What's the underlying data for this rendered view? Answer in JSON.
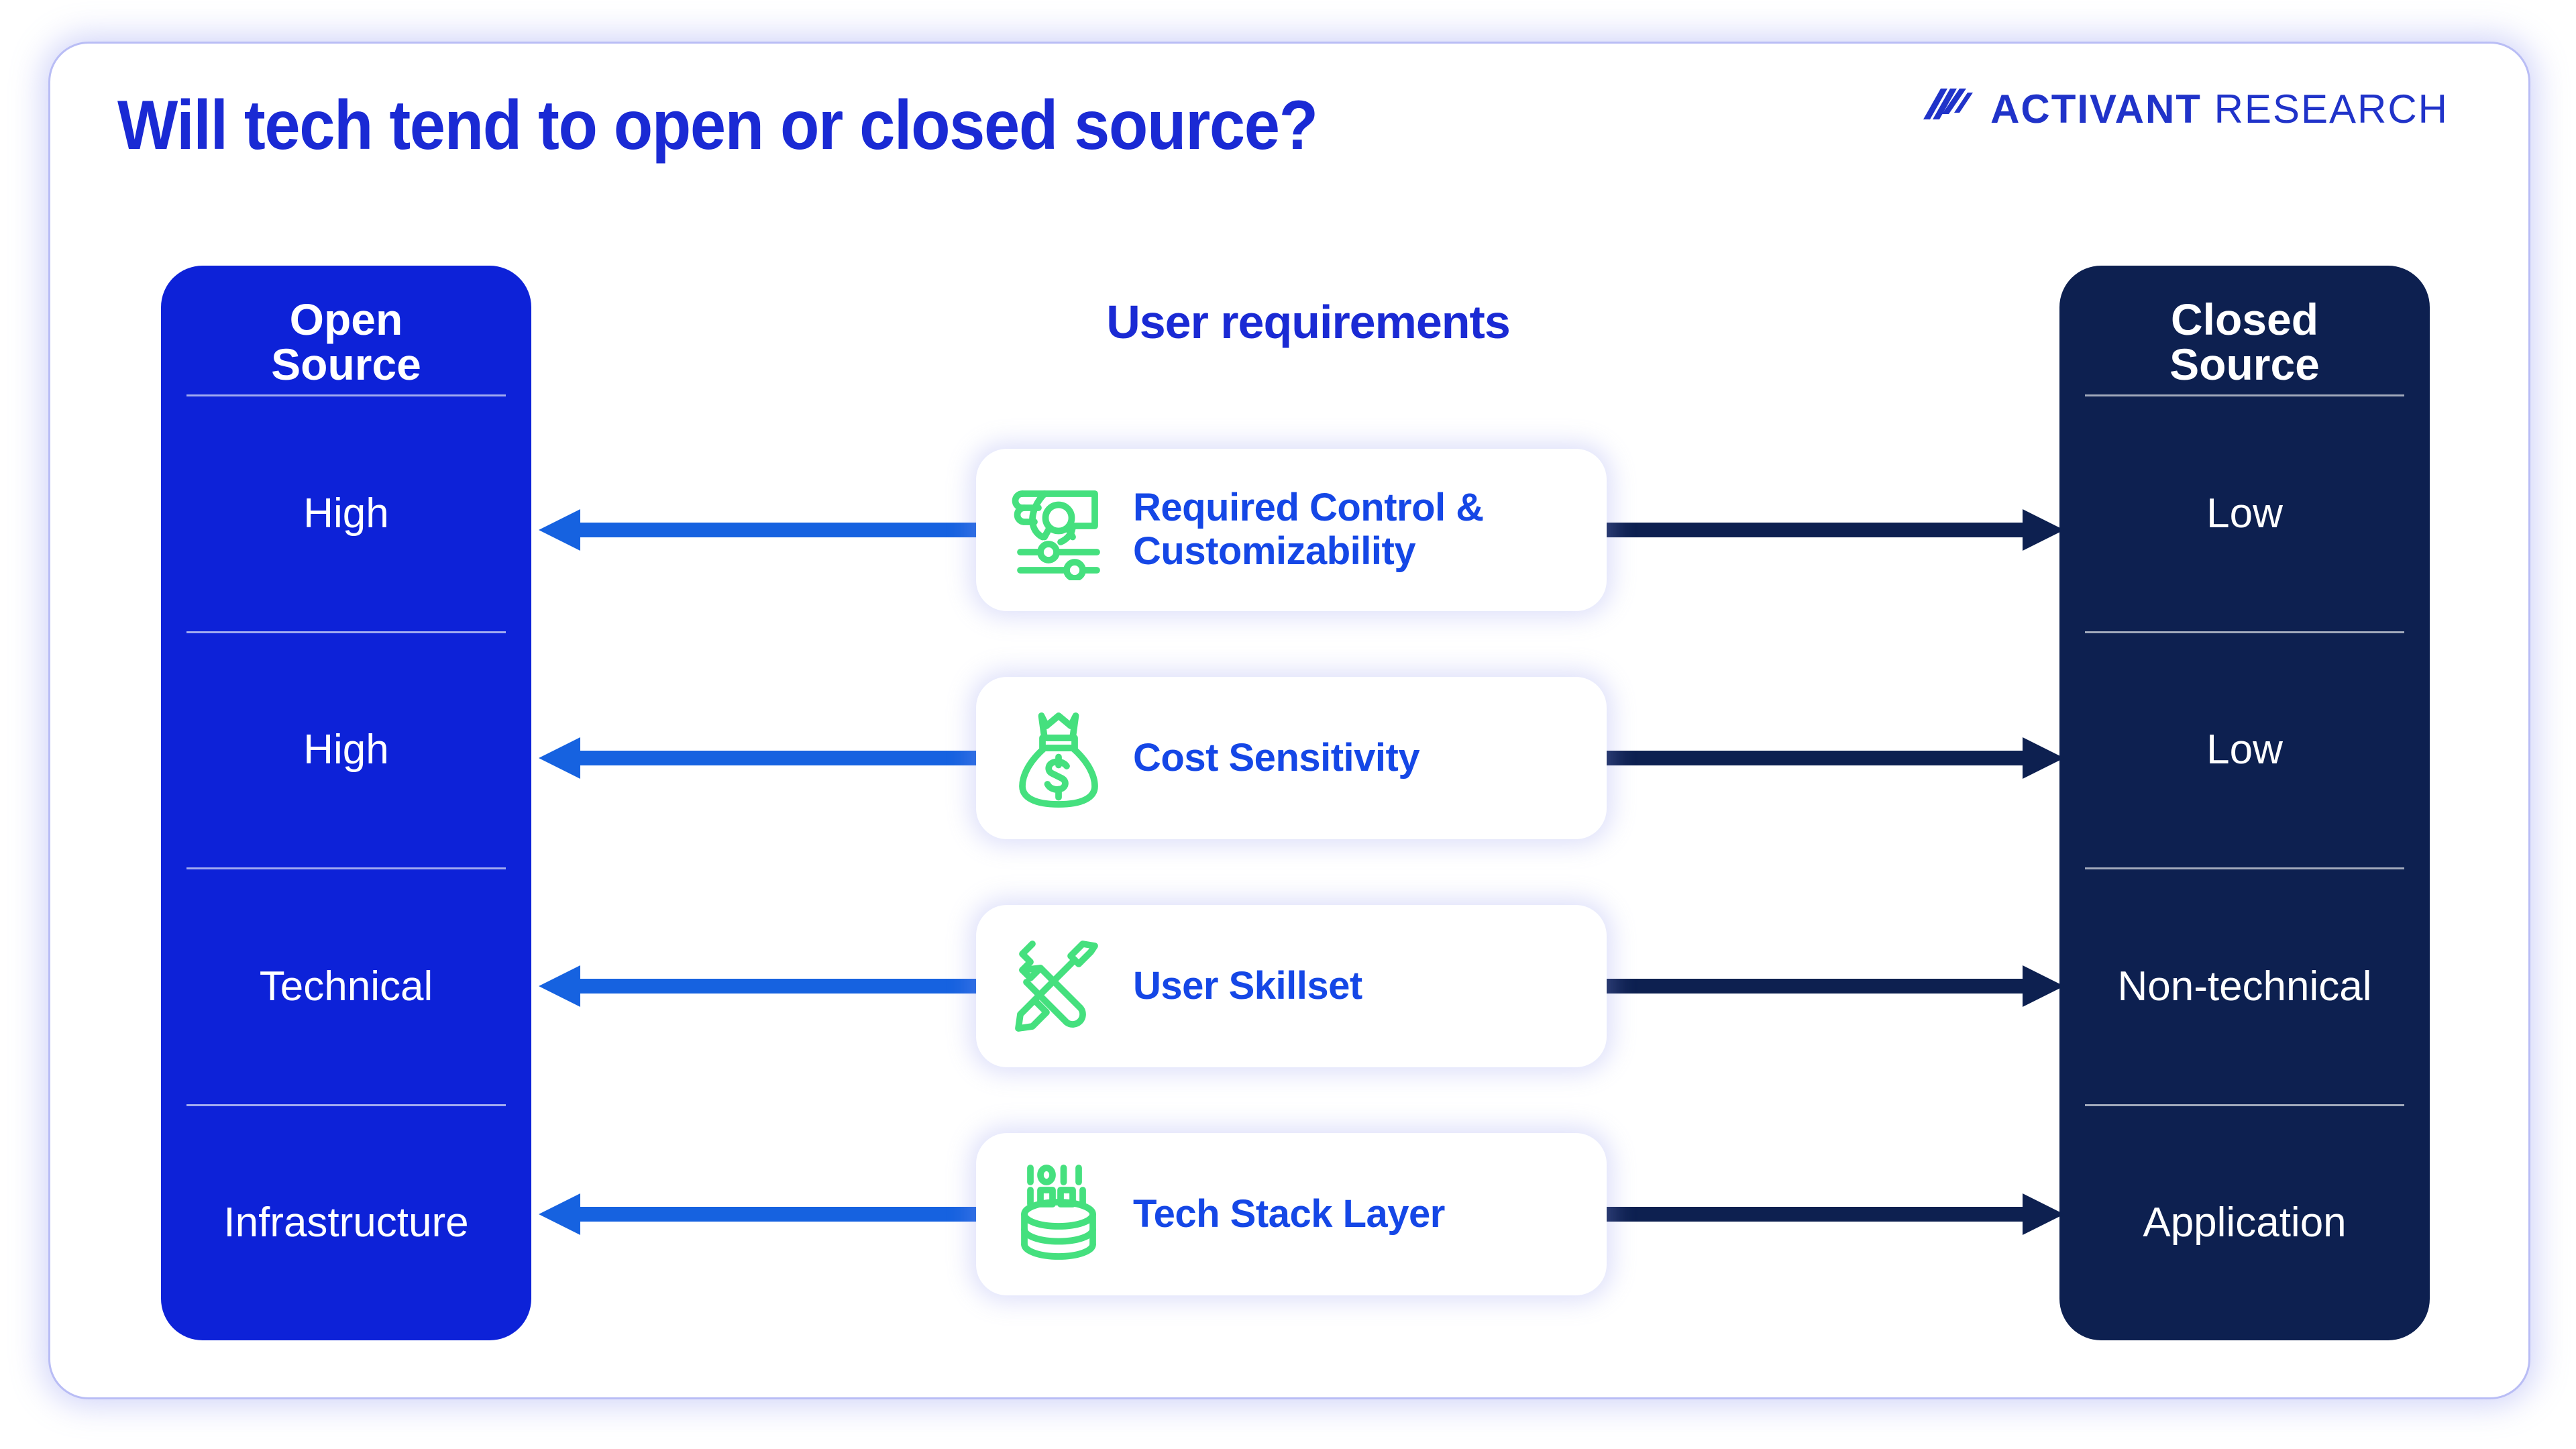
{
  "title": "Will tech tend to open or closed source?",
  "brand": {
    "name_bold": "ACTIVANT",
    "name_light": "RESEARCH",
    "mark": "slashes-logo-icon"
  },
  "colors": {
    "open_source_bg": "#0d22d8",
    "closed_source_bg": "#0d2050",
    "title_blue": "#1a2ad4",
    "card_label_blue": "#1547e6",
    "icon_green": "#45e07e",
    "arrow_left": "#1662e0",
    "arrow_right": "#0d2050",
    "frame_border": "#b9bdf5"
  },
  "center": {
    "heading": "User requirements",
    "cards": [
      {
        "label": "Required Control & Customizability",
        "icon": "hand-sliders-control-icon"
      },
      {
        "label": "Cost Sensitivity",
        "icon": "money-bag-icon"
      },
      {
        "label": "User Skillset",
        "icon": "wrench-screwdriver-tools-icon"
      },
      {
        "label": "Tech Stack Layer",
        "icon": "database-stack-icon"
      }
    ]
  },
  "left_column": {
    "heading_line1": "Open",
    "heading_line2": "Source",
    "rows": [
      "High",
      "High",
      "Technical",
      "Infrastructure"
    ]
  },
  "right_column": {
    "heading_line1": "Closed",
    "heading_line2": "Source",
    "rows": [
      "Low",
      "Low",
      "Non-technical",
      "Application"
    ]
  },
  "arrows": {
    "left_direction": "arrow-left-icon",
    "right_direction": "arrow-right-icon",
    "count": 4
  }
}
